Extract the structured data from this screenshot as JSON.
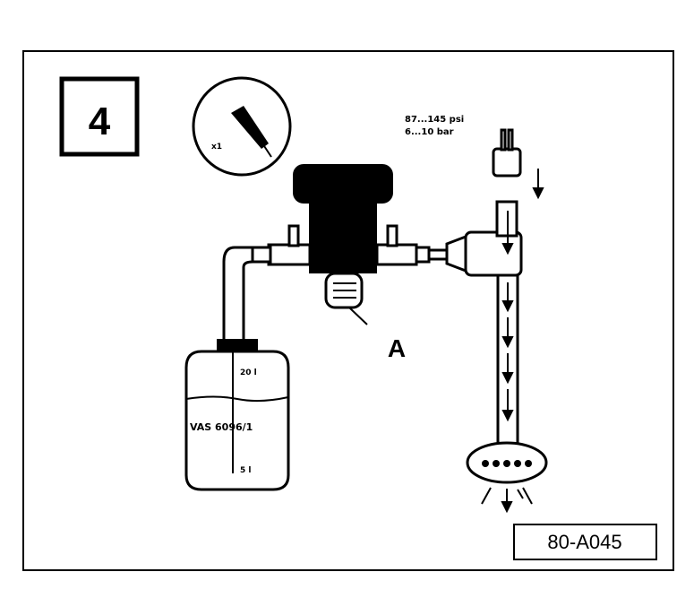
{
  "figure": {
    "step_number": "4",
    "callout_label": "A",
    "pressure_line1": "87...145 psi",
    "pressure_line2": "6...10 bar",
    "container_label": "VAS 6096/1",
    "container_mark_upper": "20 l",
    "container_mark_lower": "5 l",
    "gauge_scale_label": "x1",
    "figure_id": "80-A045"
  },
  "colors": {
    "ink": "#000000",
    "paper": "#ffffff"
  },
  "icons": [
    "pressure-gauge-icon",
    "flow-arrow-icon",
    "spray-nozzle-icon"
  ]
}
